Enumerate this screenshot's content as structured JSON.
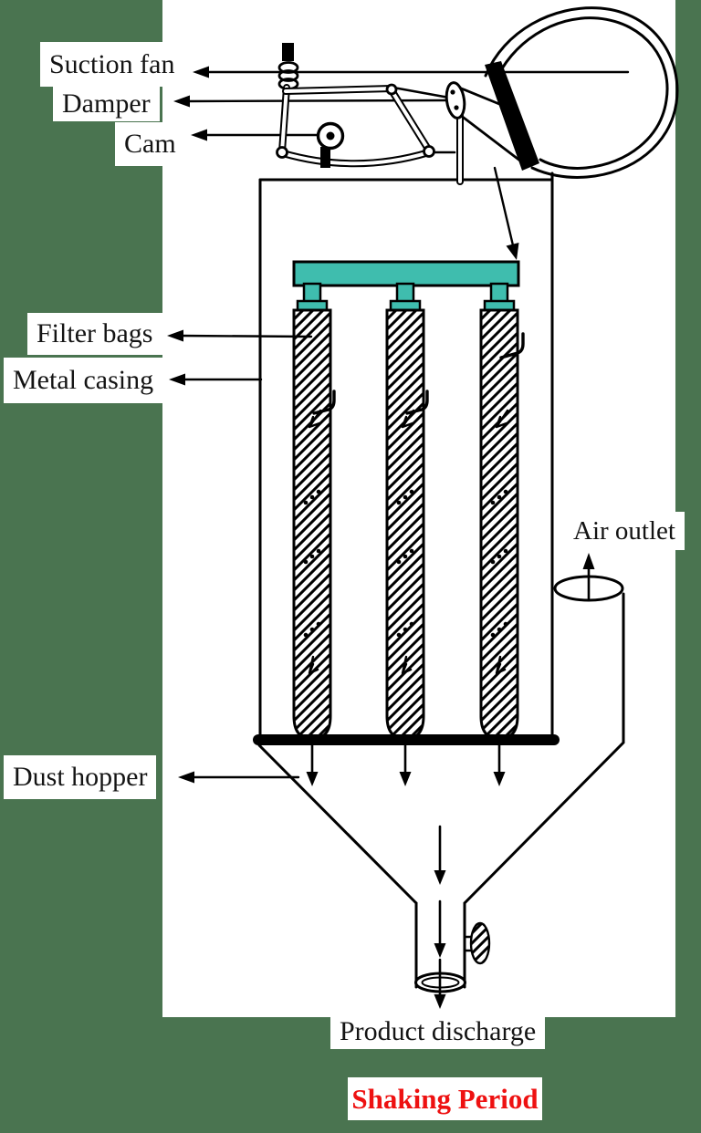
{
  "colors": {
    "background": "#4a7450",
    "panel": "#ffffff",
    "manifold_teal": "#3fbdae",
    "line": "#000000",
    "title_red": "#ee1111"
  },
  "labels": {
    "suction_fan": "Suction fan",
    "damper": "Damper",
    "cam": "Cam",
    "filter_bags": "Filter bags",
    "metal_casing": "Metal casing",
    "air_outlet": "Air outlet",
    "dust_hopper": "Dust hopper",
    "product_discharge": "Product discharge"
  },
  "title": "Shaking Period",
  "diagram": {
    "filter_bag_count": 3
  }
}
